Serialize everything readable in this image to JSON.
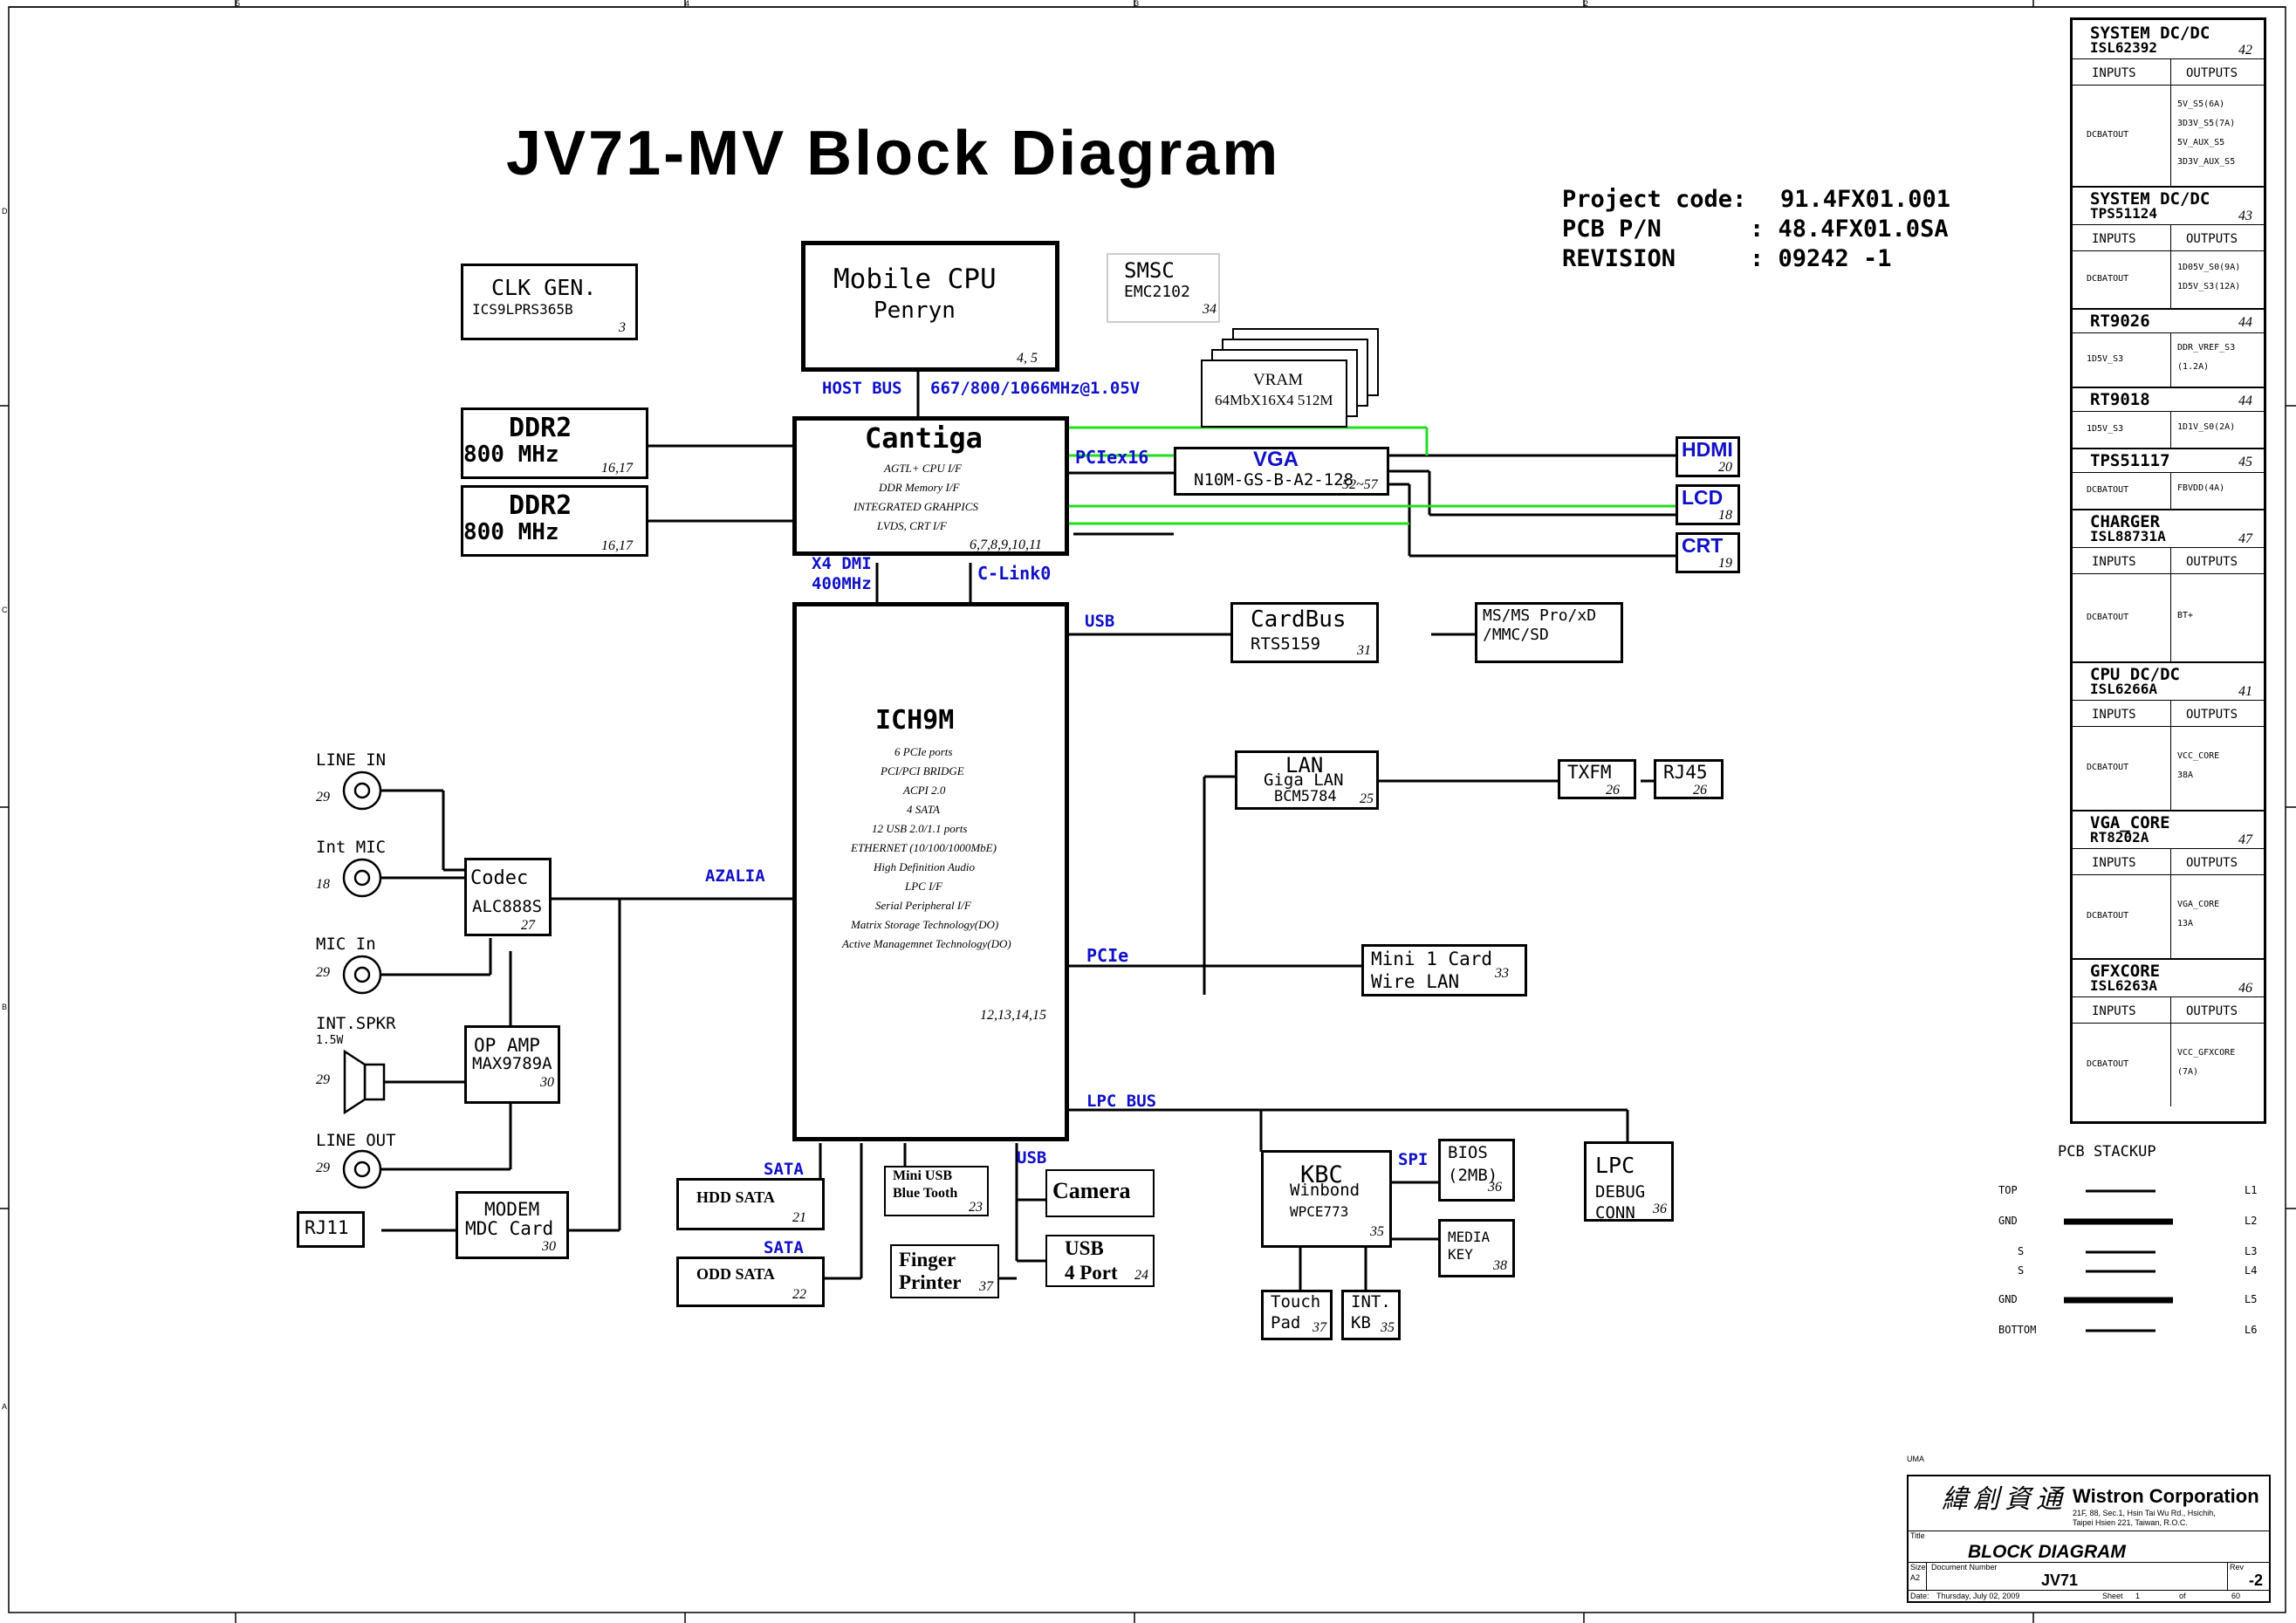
{
  "title": "JV71-MV   Block Diagram",
  "project": {
    "code_label": "Project code:",
    "code_value": "91.4FX01.001",
    "pcb_label": "PCB P/N",
    "pcb_value": ": 48.4FX01.0SA",
    "rev_label": "REVISION",
    "rev_value": ": 09242  -1"
  },
  "blocks": {
    "clkgen": {
      "name": "CLK GEN.",
      "part": "ICS9LPRS365B",
      "page": "3"
    },
    "cpu": {
      "name": "Mobile CPU",
      "part": "Penryn",
      "page": "4, 5"
    },
    "smsc": {
      "name": "SMSC",
      "part": "EMC2102",
      "page": "34"
    },
    "vram": {
      "name": "VRAM",
      "part": "64MbX16X4 512M"
    },
    "ddr2a": {
      "name": "DDR2",
      "speed": "800 MHz",
      "page": "16,17"
    },
    "ddr2b": {
      "name": "DDR2",
      "speed": "800 MHz",
      "page": "16,17"
    },
    "cantiga": {
      "name": "Cantiga",
      "features": [
        "AGTL+ CPU I/F",
        "DDR Memory I/F",
        "INTEGRATED GRAHPICS",
        "LVDS, CRT I/F"
      ],
      "page": "6,7,8,9,10,11"
    },
    "vga": {
      "name": "VGA",
      "part": "N10M-GS-B-A2-128",
      "page": "52~57"
    },
    "hdmi": {
      "name": "HDMI",
      "page": "20"
    },
    "lcd": {
      "name": "LCD",
      "page": "18"
    },
    "crt": {
      "name": "CRT",
      "page": "19"
    },
    "ich": {
      "name": "ICH9M",
      "features": [
        "6 PCIe ports",
        "PCI/PCI BRIDGE",
        "ACPI 2.0",
        "4 SATA",
        "12 USB 2.0/1.1 ports",
        "ETHERNET (10/100/1000MbE)",
        "High Definition Audio",
        "LPC I/F",
        "Serial Peripheral I/F",
        "Matrix Storage Technology(DO)",
        "Active Managemnet Technology(DO)"
      ],
      "page": "12,13,14,15"
    },
    "cardbus": {
      "name": "CardBus",
      "part": "RTS5159",
      "page": "31"
    },
    "cardslot": {
      "name": "MS/MS Pro/xD",
      "name2": "/MMC/SD"
    },
    "lan": {
      "name": "LAN",
      "part": "Giga LAN",
      "part2": "BCM5784",
      "page": "25"
    },
    "txfm": {
      "name": "TXFM",
      "page": "26"
    },
    "rj45": {
      "name": "RJ45",
      "page": "26"
    },
    "mini1": {
      "name": "Mini 1 Card",
      "name2": "Wire LAN",
      "page": "33"
    },
    "codec": {
      "name": "Codec",
      "part": "ALC888S",
      "page": "27"
    },
    "opamp": {
      "name": "OP AMP",
      "part": "MAX9789A",
      "page": "30"
    },
    "modem": {
      "name": "MODEM",
      "name2": "MDC Card",
      "page": "30"
    },
    "rj11": {
      "name": "RJ11"
    },
    "hddsata": {
      "name": "HDD SATA",
      "page": "21"
    },
    "oddsata": {
      "name": "ODD SATA",
      "page": "22"
    },
    "bt": {
      "name": "Mini USB",
      "name2": "Blue Tooth",
      "page": "23"
    },
    "camera": {
      "name": "Camera"
    },
    "finger": {
      "name": "Finger",
      "name2": "Printer",
      "page": "37"
    },
    "usb4": {
      "name": "USB",
      "name2": "4 Port",
      "page": "24"
    },
    "kbc": {
      "name": "KBC",
      "part": "Winbond",
      "part2": "WPCE773",
      "page": "35"
    },
    "bios": {
      "name": "BIOS",
      "name2": "(2MB)",
      "page": "36"
    },
    "media": {
      "name": "MEDIA",
      "name2": "KEY",
      "page": "38"
    },
    "lpcdbg": {
      "name": "LPC",
      "name2": "DEBUG",
      "name3": "CONN",
      "page": "36"
    },
    "touch": {
      "name": "Touch",
      "name2": "Pad",
      "page": "37"
    },
    "intkb": {
      "name": "INT.",
      "name2": "KB",
      "page": "35"
    }
  },
  "buses": {
    "hostbus": "HOST BUS",
    "hostspeed": "667/800/1066MHz@1.05V",
    "pciex16": "PCIex16",
    "x4dmi": "X4 DMI",
    "dmispeed": "400MHz",
    "clink": "C-Link0",
    "usb1": "USB",
    "azalia": "AZALIA",
    "pcie": "PCIe",
    "lpcbus": "LPC BUS",
    "sata1": "SATA",
    "sata2": "SATA",
    "usb2": "USB",
    "spi": "SPI"
  },
  "audio": {
    "linein": {
      "label": "LINE IN",
      "page": "29"
    },
    "intmic": {
      "label": "Int MIC",
      "page": "18"
    },
    "micin": {
      "label": "MIC In",
      "page": "29"
    },
    "intspkr": {
      "label": "INT.SPKR",
      "sub": "1.5W",
      "page": "29"
    },
    "lineout": {
      "label": "LINE OUT",
      "page": "29"
    }
  },
  "power_table": [
    {
      "title": "SYSTEM DC/DC",
      "part": "ISL62392",
      "page": "42",
      "in": "DCBATOUT",
      "out": [
        "5V_S5(6A)",
        "3D3V_S5(7A)",
        "5V_AUX_S5",
        "3D3V_AUX_S5"
      ]
    },
    {
      "title": "SYSTEM DC/DC",
      "part": "TPS51124",
      "page": "43",
      "in": "DCBATOUT",
      "out": [
        "1D05V_S0(9A)",
        "1D5V_S3(12A)"
      ]
    },
    {
      "title": "RT9026",
      "page": "44",
      "in": "1D5V_S3",
      "out": [
        "DDR_VREF_S3",
        "(1.2A)"
      ]
    },
    {
      "title": "RT9018",
      "page": "44",
      "in": "1D5V_S3",
      "out": [
        "1D1V_S0(2A)"
      ]
    },
    {
      "title": "TPS51117",
      "page": "45",
      "in": "DCBATOUT",
      "out": [
        "FBVDD(4A)"
      ]
    },
    {
      "title": "CHARGER",
      "part": "ISL88731A",
      "page": "47",
      "in": "DCBATOUT",
      "out": [
        "BT+"
      ]
    },
    {
      "title": "CPU DC/DC",
      "part": "ISL6266A",
      "page": "41",
      "in": "DCBATOUT",
      "out": [
        "VCC_CORE",
        "38A"
      ]
    },
    {
      "title": "VGA_CORE",
      "part": "RT8202A",
      "page": "47",
      "in": "DCBATOUT",
      "out": [
        "VGA_CORE",
        "13A"
      ]
    },
    {
      "title": "GFXCORE",
      "part": "ISL6263A",
      "page": "46",
      "in": "DCBATOUT",
      "out": [
        "VCC_GFXCORE",
        "(7A)"
      ]
    }
  ],
  "power_headers": {
    "inputs": "INPUTS",
    "outputs": "OUTPUTS"
  },
  "stackup": {
    "title": "PCB STACKUP",
    "layers": [
      {
        "name": "TOP",
        "id": "L1",
        "kind": "signal"
      },
      {
        "name": "GND",
        "id": "L2",
        "kind": "plane"
      },
      {
        "name": "S",
        "id": "L3",
        "kind": "signal"
      },
      {
        "name": "S",
        "id": "L4",
        "kind": "signal"
      },
      {
        "name": "GND",
        "id": "L5",
        "kind": "plane"
      },
      {
        "name": "BOTTOM",
        "id": "L6",
        "kind": "signal"
      }
    ]
  },
  "titleblock": {
    "uma": "UMA",
    "chinese": "緯創資通",
    "company": "Wistron Corporation",
    "addr1": "21F, 88, Sec.1, Hsin Tai Wu Rd., Hsichih,",
    "addr2": "Taipei Hsien 221, Taiwan, R.O.C.",
    "title_label": "Title",
    "title": "BLOCK DIAGRAM",
    "size_label": "Size",
    "size": "A2",
    "docnum_label": "Document Number",
    "docnum": "JV71",
    "rev_label": "Rev",
    "rev": "-2",
    "date_label": "Date:",
    "date": "Thursday, July 02, 2009",
    "sheet_label": "Sheet",
    "sheet": "1",
    "of_label": "of",
    "of": "60"
  },
  "border": {
    "cols": [
      "5",
      "4",
      "3",
      "2"
    ],
    "rows": [
      "D",
      "C",
      "B",
      "A"
    ]
  },
  "colors": {
    "bus_label": "#1010c8",
    "green_bus": "#22dd22",
    "line": "#000000"
  }
}
